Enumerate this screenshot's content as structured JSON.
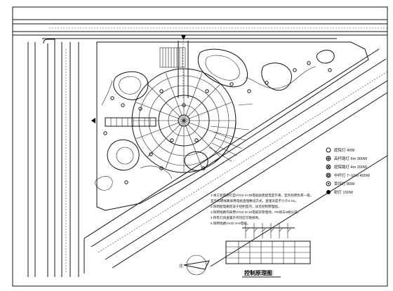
{
  "legend": [
    {
      "symbol": "circle-plain",
      "label": "庭院灯 40W"
    },
    {
      "symbol": "circle-cross",
      "label": "高杆路灯 6m 300W"
    },
    {
      "symbol": "circle-star",
      "label": "庭院路灯 4m 200W"
    },
    {
      "symbol": "circle-target",
      "label": "中杆灯 7~10m 400W"
    },
    {
      "symbol": "circle-dot",
      "label": "草坪灯 80W"
    },
    {
      "symbol": "circle-ring",
      "label": "射灯 150W"
    }
  ],
  "notes": [
    "1.本工程电源引自VV22-4×35电缆由变配电室引来，室外照明负荷一级。",
    "室外照明线路采用电缆直埋敷设方式，直埋深度不小于0.7m。",
    "2.照明配电箱装设于控制室内，详见控制原理图。",
    "3.照明线路均采用VV22-3×10电缆穿管埋地，PE线与N线分开。",
    "4.所有灯具金属外壳均应可靠接地。",
    "5.照明线路VV22-3×6电缆。"
  ],
  "diagram_title": "控制原理图",
  "north_label": "北"
}
